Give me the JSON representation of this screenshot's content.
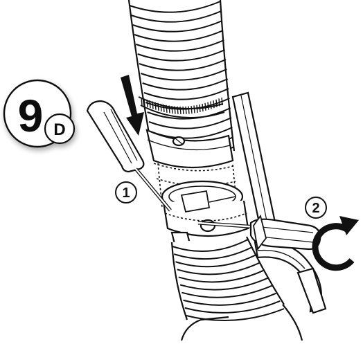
{
  "diagram": {
    "step_badge": {
      "number": "9",
      "letter": "D"
    },
    "callouts": [
      {
        "id": "1",
        "label": "1"
      },
      {
        "id": "2",
        "label": "2"
      }
    ],
    "icons": {
      "press_arrow": "arrow-down-icon",
      "rotate_arrow": "rotate-clockwise-icon",
      "tool_left": "screwdriver-icon",
      "tool_right": "screwdriver-icon"
    },
    "colors": {
      "ink": "#111111",
      "background": "#ffffff",
      "badge_shadow": "#cfcfcf"
    }
  }
}
